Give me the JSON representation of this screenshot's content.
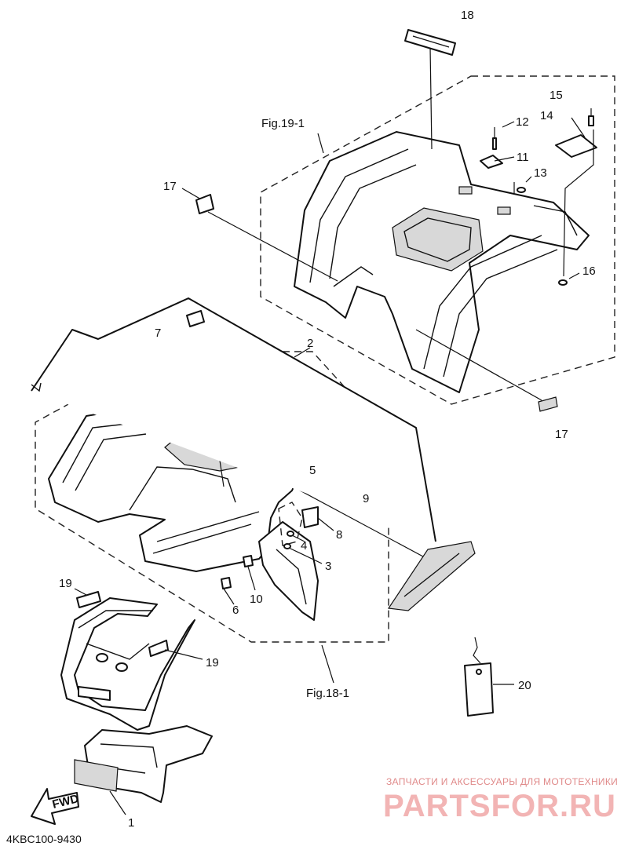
{
  "callouts": {
    "c1": "1",
    "c2": "2",
    "c3": "3",
    "c4": "4",
    "c5": "5",
    "c6": "6",
    "c7": "7",
    "c8": "8",
    "c9": "9",
    "c10": "10",
    "c11": "11",
    "c12": "12",
    "c13": "13",
    "c14": "14",
    "c15": "15",
    "c16": "16",
    "c17a": "17",
    "c17b": "17",
    "c18": "18",
    "c19a": "19",
    "c19b": "19",
    "c20": "20"
  },
  "figure_refs": {
    "rear": "Fig.19-1",
    "front": "Fig.18-1"
  },
  "arrow_label": "FWD",
  "diagram_code": "4KBC100-9430",
  "watermark": {
    "tagline": "ЗАПЧАСТИ И АКСЕССУАРЫ ДЛЯ МОТОТЕХНИКИ",
    "brand": "PARTSFOR.RU"
  },
  "colors": {
    "line": "#111111",
    "watermark": "#e08a8a"
  }
}
